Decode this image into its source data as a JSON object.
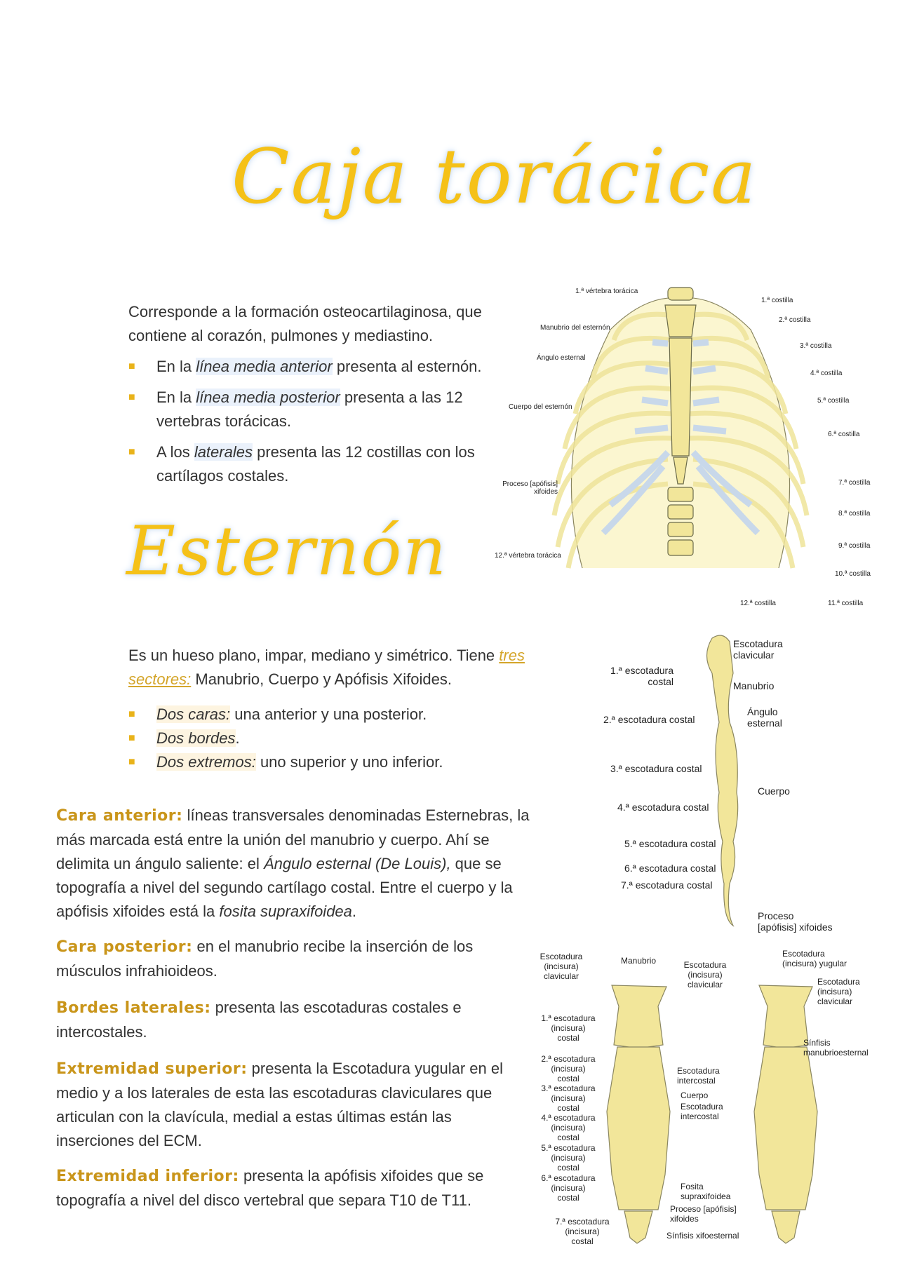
{
  "title": "Caja torácica",
  "intro": {
    "text": "Corresponde a la formación osteocartilaginosa, que contiene al corazón, pulmones y mediastino.",
    "bullets": [
      {
        "pre": "En la ",
        "em": "línea media anterior",
        "post": " presenta al esternón."
      },
      {
        "pre": "En la ",
        "em": "línea media posterior",
        "post": " presenta a las 12 vertebras torácicas."
      },
      {
        "pre": "A los ",
        "em": "laterales",
        "post": " presenta las 12 costillas con los cartílagos costales."
      }
    ]
  },
  "figure1": {
    "labels_left": [
      "1.ª vértebra torácica",
      "Manubrio del esternón",
      "Ángulo esternal",
      "Cuerpo del esternón",
      "Proceso [apófisis] xifoides",
      "12.ª vértebra torácica"
    ],
    "labels_right": [
      "1.ª costilla",
      "2.ª costilla",
      "3.ª costilla",
      "4.ª costilla",
      "5.ª costilla",
      "6.ª costilla",
      "7.ª costilla",
      "8.ª costilla",
      "9.ª costilla",
      "10.ª costilla",
      "11.ª costilla"
    ],
    "label_bottom": "12.ª costilla"
  },
  "section2_title": "Esternón",
  "sternum": {
    "p1_pre": "Es un hueso plano, impar, mediano y simétrico. Tiene ",
    "p1_link": "tres sectores:",
    "p1_post": " Manubrio, Cuerpo y Apófisis Xifoides.",
    "bullets": [
      {
        "em": "Dos caras:",
        "post": " una anterior y una posterior."
      },
      {
        "em": "Dos bordes",
        "post": "."
      },
      {
        "em": "Dos extremos:",
        "post": " uno superior y uno inferior."
      }
    ]
  },
  "figure2": {
    "labels_left": [
      "1.ª escotadura costal",
      "2.ª escotadura costal",
      "3.ª escotadura costal",
      "4.ª escotadura costal",
      "5.ª escotadura costal",
      "6.ª escotadura costal",
      "7.ª escotadura costal"
    ],
    "labels_right": [
      "Escotadura clavicular",
      "Manubrio",
      "Ángulo esternal",
      "Cuerpo",
      "Proceso [apófisis] xifoides"
    ]
  },
  "details": [
    {
      "head": "Cara anterior:",
      "pre": " líneas transversales denominadas Esternebras, la más marcada está entre la unión del manubrio y cuerpo. Ahí se delimita un ángulo saliente: el ",
      "em": "Ángulo esternal (De Louis),",
      "mid": " que se topografía a nivel del segundo cartílago costal. Entre el cuerpo y la apófisis xifoides está la ",
      "em2": "fosita supraxifoidea",
      "post": "."
    },
    {
      "head": "Cara posterior:",
      "text": " en el manubrio recibe la inserción de los músculos infrahioideos."
    },
    {
      "head": "Bordes laterales:",
      "text": " presenta las escotaduras costales e intercostales."
    },
    {
      "head": "Extremidad superior:",
      "text": " presenta la Escotadura yugular en el medio y a los laterales de esta las escotaduras claviculares que articulan con la clavícula, medial a estas últimas están las inserciones del ECM."
    },
    {
      "head": "Extremidad inferior:",
      "text": " presenta la apófisis xifoides que se topografía a nivel del disco vertebral que separa T10 de T11."
    }
  ],
  "figure3": {
    "labels_left": [
      "Escotadura (incisura) clavicular",
      "1.ª escotadura (incisura) costal",
      "2.ª escotadura (incisura) costal",
      "3.ª escotadura (incisura) costal",
      "4.ª escotadura (incisura) costal",
      "5.ª escotadura (incisura) costal",
      "6.ª escotadura (incisura) costal",
      "7.ª escotadura (incisura) costal"
    ],
    "labels_center": [
      "Manubrio",
      "Escotadura (incisura) clavicular",
      "Escotadura intercostal",
      "Cuerpo",
      "Escotadura intercostal",
      "Fosita supraxifoidea",
      "Proceso [apófisis] xifoides",
      "Sínfisis xifoesternal"
    ],
    "labels_right": [
      "Escotadura (incisura) yugular",
      "Escotadura (incisura) clavicular",
      "Sínfisis manubrioesternal"
    ]
  },
  "colors": {
    "title": "#f5c118",
    "heading": "#c9951a",
    "bullet": "#e9b31a",
    "bone": "#f2e69a",
    "cartilage": "#c8d8ea",
    "highlight": "#eaf1fb"
  }
}
